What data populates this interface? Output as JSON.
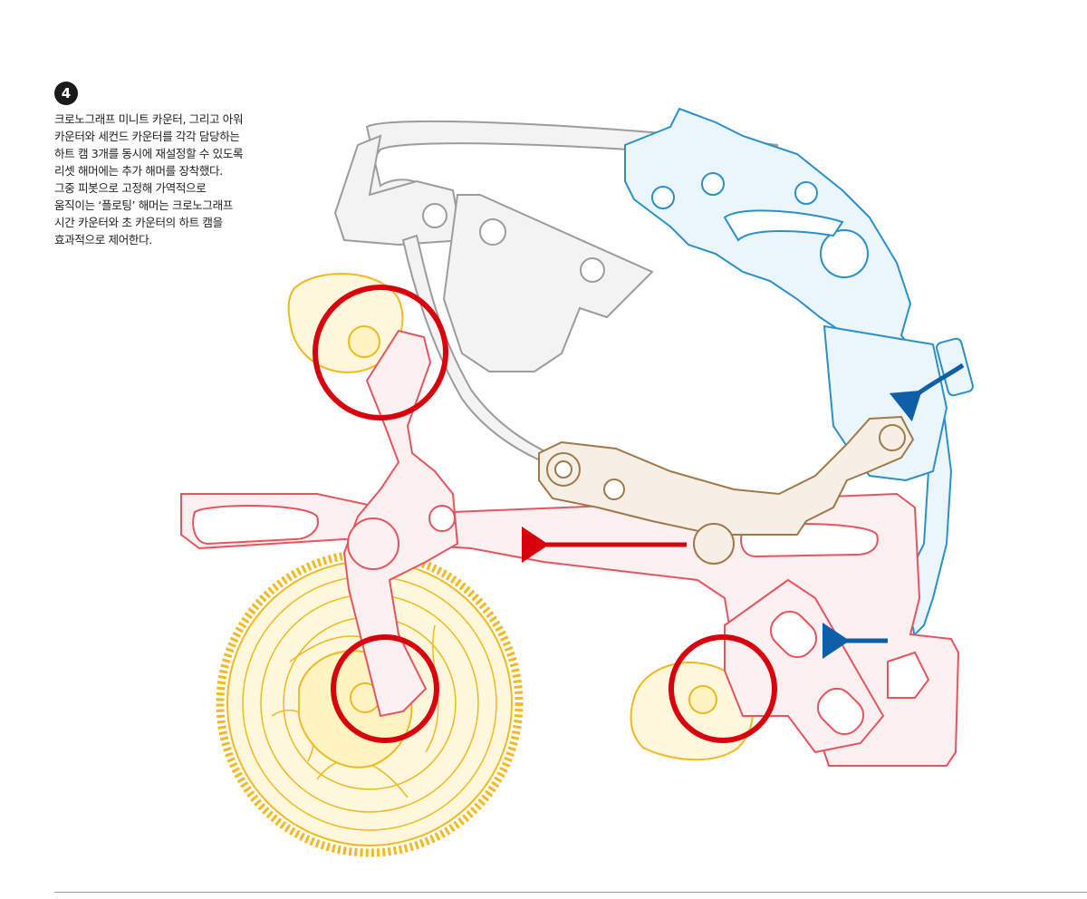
{
  "step": {
    "number": "4"
  },
  "caption": {
    "lines": [
      "크로노그래프 미니트 카운터, 그리고 아워",
      "카운터와 세컨드 카운터를 각각 담당하는",
      "하트 캠 3개를 동시에 재설정할 수 있도록",
      "리셋 해머에는 추가 해머를 장착했다.",
      "그중 피봇으로 고정해 가역적으로",
      "움직이는 ‘플로팅’ 해머는 크로노그래프",
      "시간 카운터와 초 카운터의 하트 캠을",
      "효과적으로 제어한다."
    ]
  },
  "colors": {
    "gray_lever": "#9c9c9c",
    "blue_lever": "#2b8fc9",
    "brown_lever": "#a0784a",
    "red_hammer": "#e8535e",
    "yellow_wheel": "#f1b81f",
    "highlight_circle": "#d9000d",
    "blue_arrow": "#0f5fa8",
    "red_arrow": "#d9000d"
  },
  "icons": {
    "badge": "numbered-circle",
    "arrows": [
      "curved-arrow-down-left",
      "arrow-left",
      "arrow-left"
    ]
  }
}
